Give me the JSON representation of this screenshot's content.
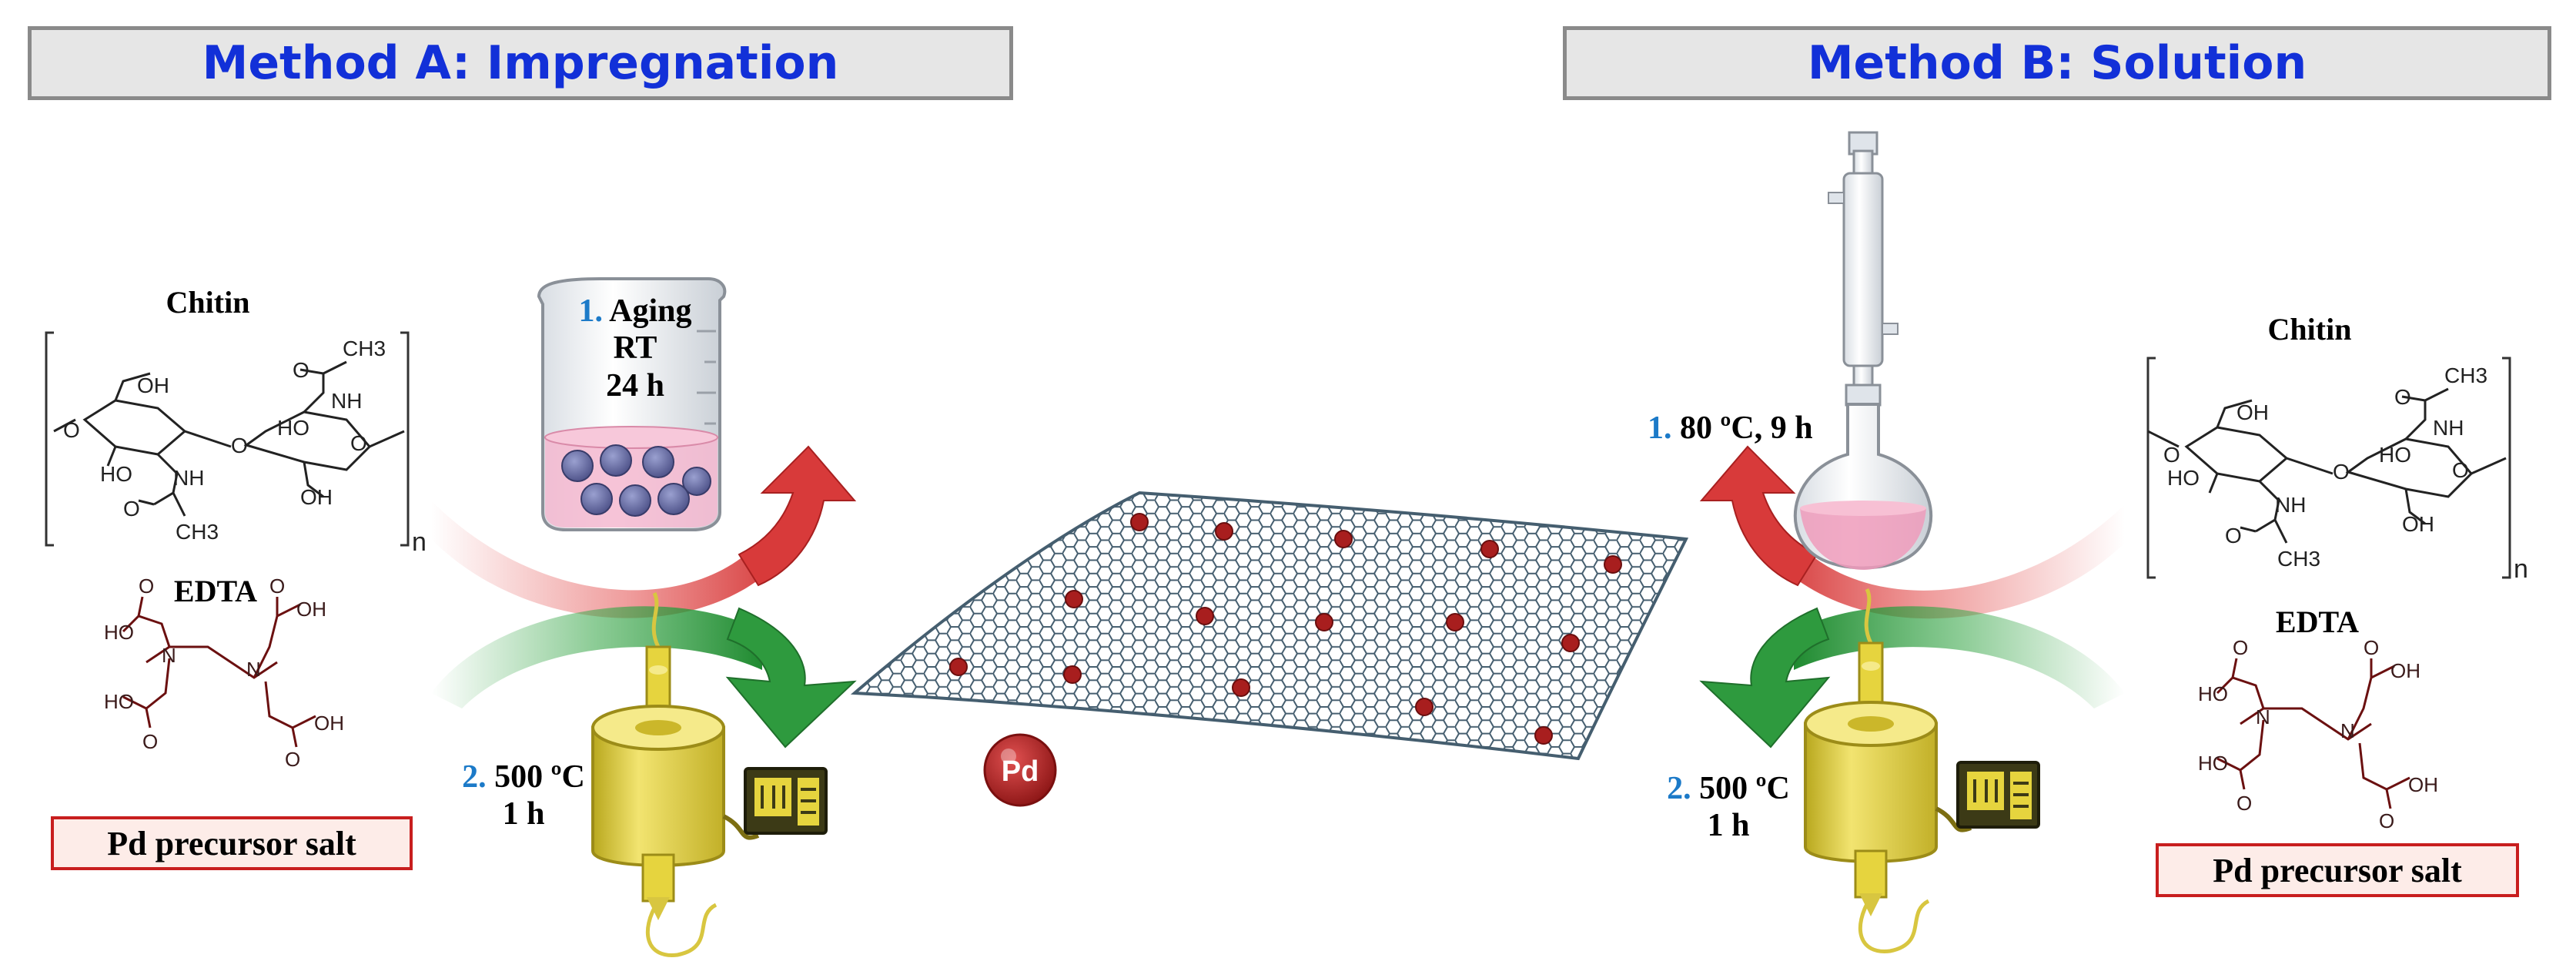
{
  "header_left": "Method A: Impregnation",
  "header_right": "Method B: Solution",
  "left_panel": {
    "chitin_label": "Chitin",
    "edta_label": "EDTA",
    "salt_label": "Pd precursor salt"
  },
  "right_panel": {
    "chitin_label": "Chitin",
    "edta_label": "EDTA",
    "salt_label": "Pd precursor salt"
  },
  "chem": {
    "oh": "OH",
    "ho": "HO",
    "nh": "NH",
    "ch3": "CH3",
    "o": "O",
    "n": "N",
    "repeat": "n"
  },
  "method_a": {
    "step1_num": "1.",
    "step1_line1": "Aging",
    "step1_line2": "RT",
    "step1_line3": "24 h",
    "step2_num": "2.",
    "step2_line1": "500 ºC",
    "step2_line2": "1 h"
  },
  "method_b": {
    "step1_num": "1.",
    "step1_text": "80 ºC, 9 h",
    "step2_num": "2.",
    "step2_line1": "500 ºC",
    "step2_line2": "1 h"
  },
  "pd_label": "Pd",
  "colors": {
    "header_text": "#1230d8",
    "step_number": "#1c7ac8",
    "red_arrow": "#d83a3a",
    "green_arrow": "#2e9a3e",
    "pd_particle": "#a81e1e",
    "salt_border": "#c81e1e"
  }
}
